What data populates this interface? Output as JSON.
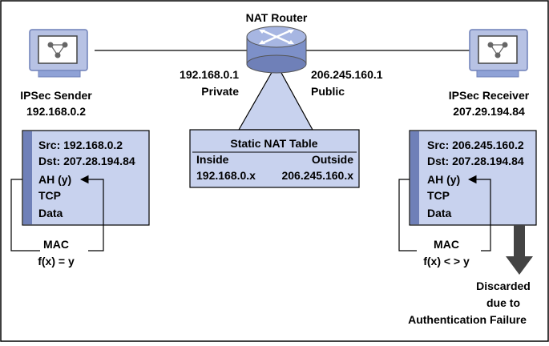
{
  "router": {
    "title": "NAT Router",
    "private_ip": "192.168.0.1",
    "private_label": "Private",
    "public_ip": "206.245.160.1",
    "public_label": "Public"
  },
  "sender": {
    "title": "IPSec Sender",
    "ip": "192.168.0.2",
    "packet": {
      "src": "Src:  192.168.0.2",
      "dst": "Dst:  207.28.194.84",
      "ah": "AH (y)",
      "tcp": "TCP",
      "data": "Data"
    },
    "mac_label": "MAC",
    "mac_func": "f(x) = y"
  },
  "receiver": {
    "title": "IPSec Receiver",
    "ip": "207.29.194.84",
    "packet": {
      "src": "Src:  206.245.160.2",
      "dst": "Dst:  207.28.194.84",
      "ah": "AH (y)",
      "tcp": "TCP",
      "data": "Data"
    },
    "mac_label": "MAC",
    "mac_func": "f(x) < > y",
    "result_line1": "Discarded",
    "result_line2": "due to",
    "result_line3": "Authentication Failure"
  },
  "nat_table": {
    "title": "Static NAT Table",
    "col_inside": "Inside",
    "col_outside": "Outside",
    "row_inside": "192.168.0.x",
    "row_outside": "206.245.160.x"
  },
  "colors": {
    "panel_fill": "#c8d2ee",
    "panel_bar": "#6f80b8",
    "router_body": "#8fa2d6",
    "arrow": "#444444"
  }
}
